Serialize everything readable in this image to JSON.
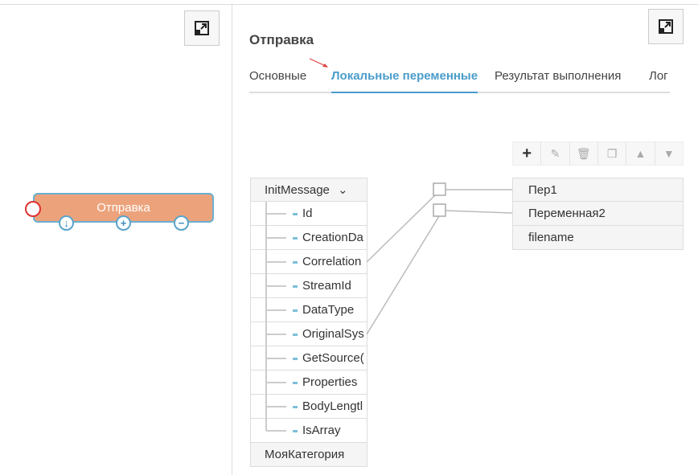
{
  "canvas": {
    "node": {
      "label": "Отправка",
      "ports": [
        "arrow-down",
        "plus",
        "minus"
      ]
    }
  },
  "panel": {
    "title": "Отправка",
    "tabs": [
      {
        "label": "Основные"
      },
      {
        "label": "Локальные переменные",
        "active": true
      },
      {
        "label": "Результат выполнения"
      },
      {
        "label": "Лог"
      }
    ],
    "toolbar": [
      "plus-icon",
      "pencil-icon",
      "trash-icon",
      "copy-icon",
      "arrow-up-icon",
      "arrow-down-icon"
    ],
    "tree": {
      "root": "InitMessage",
      "items": [
        "Id",
        "CreationDa",
        "Correlation",
        "StreamId",
        "DataType",
        "OriginalSys",
        "GetSource(",
        "Properties",
        "BodyLengtl",
        "IsArray"
      ],
      "category": "МояКатегория"
    },
    "variables": [
      "Пер1",
      "Переменная2",
      "filename"
    ],
    "mappings": [
      {
        "from": "Correlation",
        "to": "Пер1"
      },
      {
        "from": "OriginalSys",
        "to": "Переменная2"
      }
    ]
  },
  "colors": {
    "accent": "#4a9ccb",
    "node": "#eca37c"
  }
}
